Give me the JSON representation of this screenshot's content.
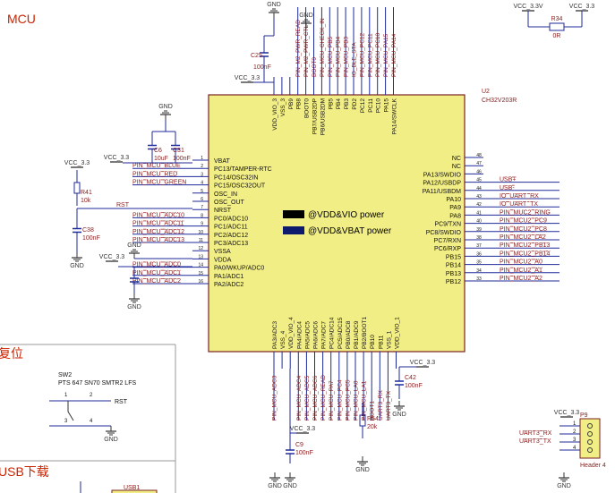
{
  "sheet": {
    "section_mcu": "MCU",
    "section_reset": "复位",
    "section_usb": "USB下载"
  },
  "chip": {
    "designator": "U2",
    "part": "CH32V203R",
    "fill": "#f2ee86",
    "legend_vio": "@VDD&VIO power",
    "legend_vbat": "@VDD&VBAT power"
  },
  "pins_left": [
    {
      "num": "1",
      "name": "VBAT"
    },
    {
      "num": "2",
      "name": "PC13/TAMPER-RTC"
    },
    {
      "num": "3",
      "name": "PC14/OSC32IN"
    },
    {
      "num": "4",
      "name": "PC15/OSC32OUT"
    },
    {
      "num": "5",
      "name": "OSC_IN"
    },
    {
      "num": "6",
      "name": "OSC_OUT"
    },
    {
      "num": "7",
      "name": "NRST"
    },
    {
      "num": "8",
      "name": "PC0/ADC10"
    },
    {
      "num": "9",
      "name": "PC1/ADC11"
    },
    {
      "num": "10",
      "name": "PC2/ADC12"
    },
    {
      "num": "11",
      "name": "PC3/ADC13"
    },
    {
      "num": "12",
      "name": "VSSA"
    },
    {
      "num": "13",
      "name": "VDDA"
    },
    {
      "num": "14",
      "name": "PA0/WKUP/ADC0"
    },
    {
      "num": "15",
      "name": "PA1/ADC1"
    },
    {
      "num": "16",
      "name": "PA2/ADC2"
    }
  ],
  "nets_left": [
    {
      "row": 1,
      "label": "PIN_MCU_BLUE"
    },
    {
      "row": 2,
      "label": "PIN_MCU_RED"
    },
    {
      "row": 3,
      "label": "PIN_MCU_GREEN"
    },
    {
      "row": 7,
      "label": "PIN_MCU_ADC10"
    },
    {
      "row": 8,
      "label": "PIN_MCU_ADC11"
    },
    {
      "row": 9,
      "label": "PIN_MCU_ADC12"
    },
    {
      "row": 10,
      "label": "PIN_MCU_ADC13"
    },
    {
      "row": 13,
      "label": "PIN_MCU_ADC0"
    },
    {
      "row": 14,
      "label": "PIN_MCU_ADC1"
    },
    {
      "row": 15,
      "label": "PIN_MCU_ADC2"
    }
  ],
  "pins_right": [
    {
      "num": "48",
      "name": "NC"
    },
    {
      "num": "47",
      "name": "NC"
    },
    {
      "num": "46",
      "name": "PA13/SWDIO"
    },
    {
      "num": "45",
      "name": "PA12/USBDP"
    },
    {
      "num": "44",
      "name": "PA11/USBDM"
    },
    {
      "num": "43",
      "name": "PA10"
    },
    {
      "num": "42",
      "name": "PA9"
    },
    {
      "num": "41",
      "name": "PA8"
    },
    {
      "num": "40",
      "name": "PC9/TXN"
    },
    {
      "num": "39",
      "name": "PC8/SWDIO"
    },
    {
      "num": "38",
      "name": "PC7/RXN"
    },
    {
      "num": "37",
      "name": "PC6/RXP"
    },
    {
      "num": "36",
      "name": "PB15"
    },
    {
      "num": "35",
      "name": "PB14"
    },
    {
      "num": "34",
      "name": "PB13"
    },
    {
      "num": "33",
      "name": "PB12"
    }
  ],
  "nets_right": [
    {
      "row": 3,
      "label": "USB+"
    },
    {
      "row": 4,
      "label": "USB-"
    },
    {
      "row": 5,
      "label": "IO_UART_RX"
    },
    {
      "row": 6,
      "label": "IO_UART_TX"
    },
    {
      "row": 7,
      "label": "PIN_MUC2_RING"
    },
    {
      "row": 8,
      "label": "PIN_MCU2_PC9"
    },
    {
      "row": 9,
      "label": "PIN_MCU2_PC8"
    },
    {
      "row": 10,
      "label": "PIN_MCU2_LA2"
    },
    {
      "row": 11,
      "label": "PIN_MCU2_PB13"
    },
    {
      "row": 12,
      "label": "PIN_MCU2_PB14"
    },
    {
      "row": 13,
      "label": "PIN_MCU2_A0"
    },
    {
      "row": 14,
      "label": "PIN_MCU2_A1"
    },
    {
      "row": 15,
      "label": "PIN_MCU2_A2"
    }
  ],
  "pins_top": [
    "VDD_VIO_3",
    "VSS_3",
    "PB9",
    "PB8",
    "BOOT0",
    "PB7/USB2DP",
    "PB6/USB2DM",
    "PB5",
    "PB4",
    "PB3",
    "PD2",
    "PC12",
    "PC11",
    "PC10",
    "PA15",
    "PA14/SWCLK"
  ],
  "nets_top": [
    "PIN_M2_PWR_READ",
    "PIN_M2_PWR_CTL",
    "BOOT0",
    "PIN_MCU_CHECK_IN",
    "PIN_MCU_PB5",
    "PIN_MCU_PB4",
    "PIN_MCU_PB3",
    "IO_BLE_STA",
    "PIN_MCU_PC12",
    "PIN_MCU_PC11",
    "PIN_MCU_PC10",
    "PIN_MCU_PA15",
    "PIN_MCU_PA14"
  ],
  "pins_bottom": [
    "PA3/ADC3",
    "VSS_4",
    "VDD_VIO_4",
    "PA4/ADC4",
    "PA5/ADC5",
    "PA6/ADC6",
    "PA7/ADC7",
    "PC4/ADC14",
    "PC5/ADC15",
    "PB0/ADC8",
    "PB1/ADC9",
    "PB2/BOOT1",
    "PB10",
    "PB11",
    "VSS_1",
    "VDD_VIO_1"
  ],
  "nets_bottom": [
    "PIN_MCU_ADC3",
    "PIN_MCU_ADC4",
    "PIN_MCU_ADC5",
    "PIN_MCU_ADC6",
    "PIN_MCU_READ",
    "PIN_MCU_PA7",
    "PIN_MCU_PC4",
    "PIN_MCU_PC5",
    "PIN_MCU_LA0",
    "PIN_MCU_LA1",
    "BOOT1",
    "UART3_RX",
    "UART3_TX"
  ],
  "parts": {
    "c25": {
      "ref": "C25",
      "val": "100nF"
    },
    "c6": {
      "ref": "C6",
      "val": "10uF"
    },
    "c31": {
      "ref": "C31",
      "val": "100nF"
    },
    "r41": {
      "ref": "R41",
      "val": "10k"
    },
    "c38": {
      "ref": "C38",
      "val": "100nF"
    },
    "c42": {
      "ref": "C42",
      "val": "100nF"
    },
    "c9": {
      "ref": "C9",
      "val": "100nF"
    },
    "r64": {
      "ref": "R64",
      "val": "20k"
    },
    "r34": {
      "ref": "R34",
      "val": "0R"
    },
    "sw2": {
      "ref": "SW2",
      "val": "PTS 647 SN70 SMTR2 LFS"
    },
    "p9": {
      "ref": "P9",
      "val": "Header 4"
    },
    "usb1": {
      "ref": "USB1"
    }
  },
  "labels": {
    "vcc33": "VCC_3.3",
    "vcc33v": "VCC_3.3V",
    "gnd": "GND",
    "rst": "RST",
    "uart3_rx": "UART3_RX",
    "uart3_tx": "UART3_TX"
  },
  "colors": {
    "wire": "#1f2a9a",
    "text": "#8b1a1a",
    "section": "#cc2200",
    "power": "#8b1a1a"
  }
}
